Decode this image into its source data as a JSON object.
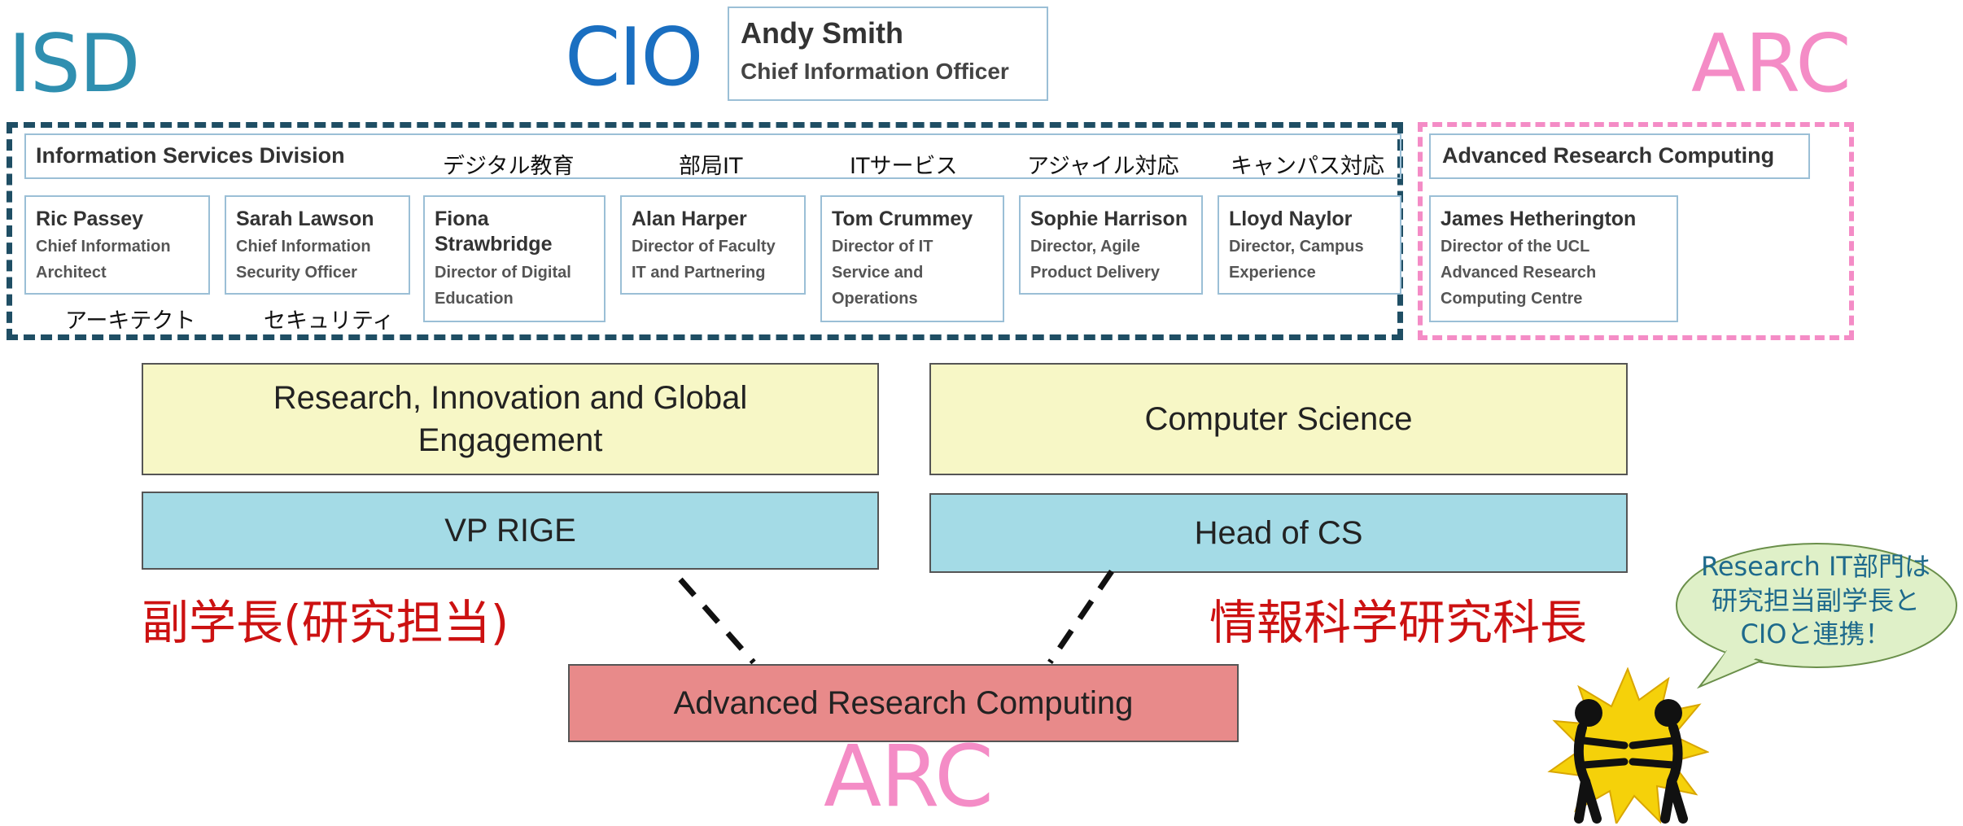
{
  "labels": {
    "isd": "ISD",
    "cio": "CIO",
    "arc_top": "ARC",
    "arc_bottom": "ARC"
  },
  "cio_box": {
    "name": "Andy Smith",
    "title": "Chief Information Officer"
  },
  "isd_header": {
    "title": "Information Services Division",
    "jp_tags": [
      "デジタル教育",
      "部局IT",
      "ITサービス",
      "アジャイル対応",
      "キャンパス対応"
    ]
  },
  "isd_members": [
    {
      "name": "Ric Passey",
      "role_lines": [
        "Chief Information",
        "Architect"
      ],
      "jp_caption": "アーキテクト"
    },
    {
      "name": "Sarah Lawson",
      "role_lines": [
        "Chief Information",
        "Security Officer"
      ],
      "jp_caption": "セキュリティ"
    },
    {
      "name": "Fiona Strawbridge",
      "role_lines": [
        "Director of Digital",
        "Education"
      ]
    },
    {
      "name": "Alan Harper",
      "role_lines": [
        "Director of Faculty",
        "IT and Partnering"
      ]
    },
    {
      "name": "Tom Crummey",
      "role_lines": [
        "Director of IT",
        "Service and",
        "Operations"
      ]
    },
    {
      "name": "Sophie Harrison",
      "role_lines": [
        "Director, Agile",
        "Product Delivery"
      ]
    },
    {
      "name": "Lloyd Naylor",
      "role_lines": [
        "Director, Campus",
        "Experience"
      ]
    }
  ],
  "arc_header": {
    "title": "Advanced Research Computing"
  },
  "arc_member": {
    "name": "James Hetherington",
    "role_lines": [
      "Director of the UCL",
      "Advanced Research",
      "Computing Centre"
    ]
  },
  "lower": {
    "left_unit": "Research, Innovation and Global Engagement",
    "left_head": "VP RIGE",
    "left_jp": "副学長(研究担当)",
    "right_unit": "Computer Science",
    "right_head": "Head of CS",
    "right_jp": "情報科学研究科長",
    "arc_box": "Advanced Research Computing"
  },
  "callout": {
    "text_lines": [
      "Research IT部門は",
      "研究担当副学長と",
      "CIOと連携！"
    ]
  },
  "colors": {
    "isd_blue": "#2f8fb0",
    "cio_blue": "#1a6fc1",
    "arc_pink": "#f48cc6",
    "dash_navy": "#1f4e64",
    "yellow_box": "#f7f7c6",
    "blue_box": "#a4dbe6",
    "red_box": "#e88a8a",
    "red_text": "#cc1111",
    "bubble_green": "#dff0c8",
    "burst_yellow": "#f5d10a"
  },
  "icons": [
    "collaboration-burst-icon"
  ]
}
